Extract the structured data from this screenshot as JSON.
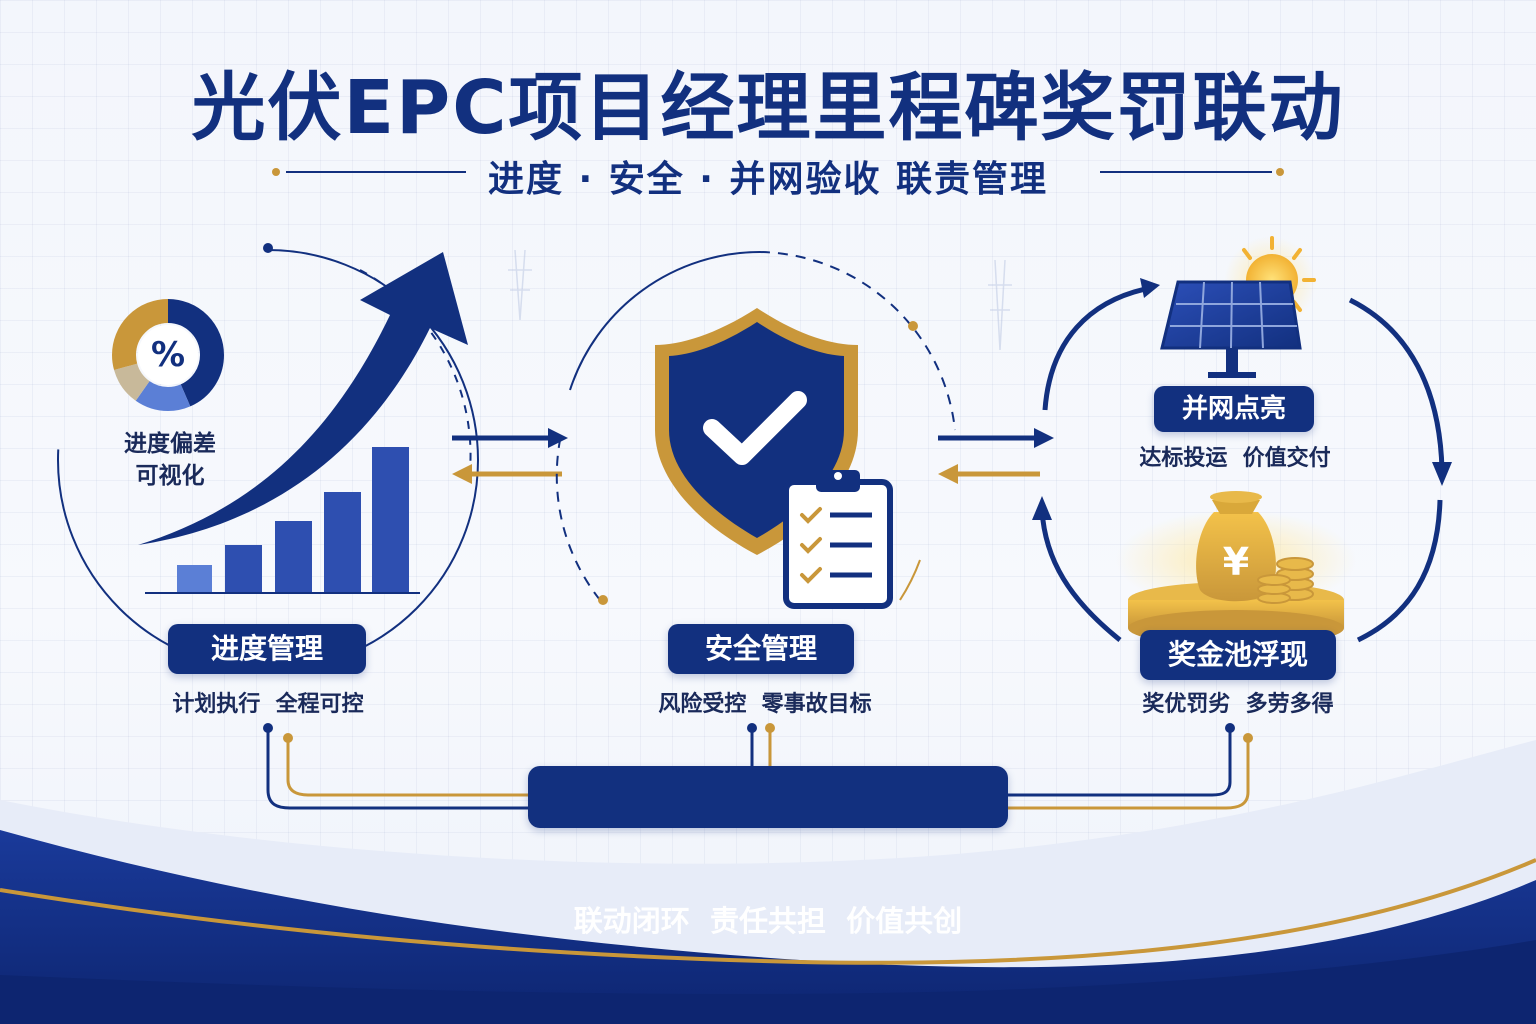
{
  "header": {
    "title": "光伏EPC项目经理里程碑奖罚联动",
    "subtitle": "进度 · 安全 · 并网验收 联责管理"
  },
  "progress": {
    "donut_symbol": "%",
    "donut_caption_line1": "进度偏差",
    "donut_caption_line2": "可视化",
    "label": "进度管理",
    "caption": "计划执行  全程可控"
  },
  "safety": {
    "label": "安全管理",
    "caption": "风险受控  零事故目标"
  },
  "grid_connection": {
    "label": "并网点亮",
    "caption": "达标投运  价值交付"
  },
  "bonus": {
    "currency_symbol": "¥",
    "label": "奖金池浮现",
    "caption": "奖优罚劣  多劳多得"
  },
  "footer": {
    "banner": "联动闭环  责任共担  价值共创"
  },
  "colors": {
    "navy": "#12307f",
    "blue": "#2e4fb0",
    "gold": "#c9973a",
    "light_blue": "#8fa6dc"
  }
}
